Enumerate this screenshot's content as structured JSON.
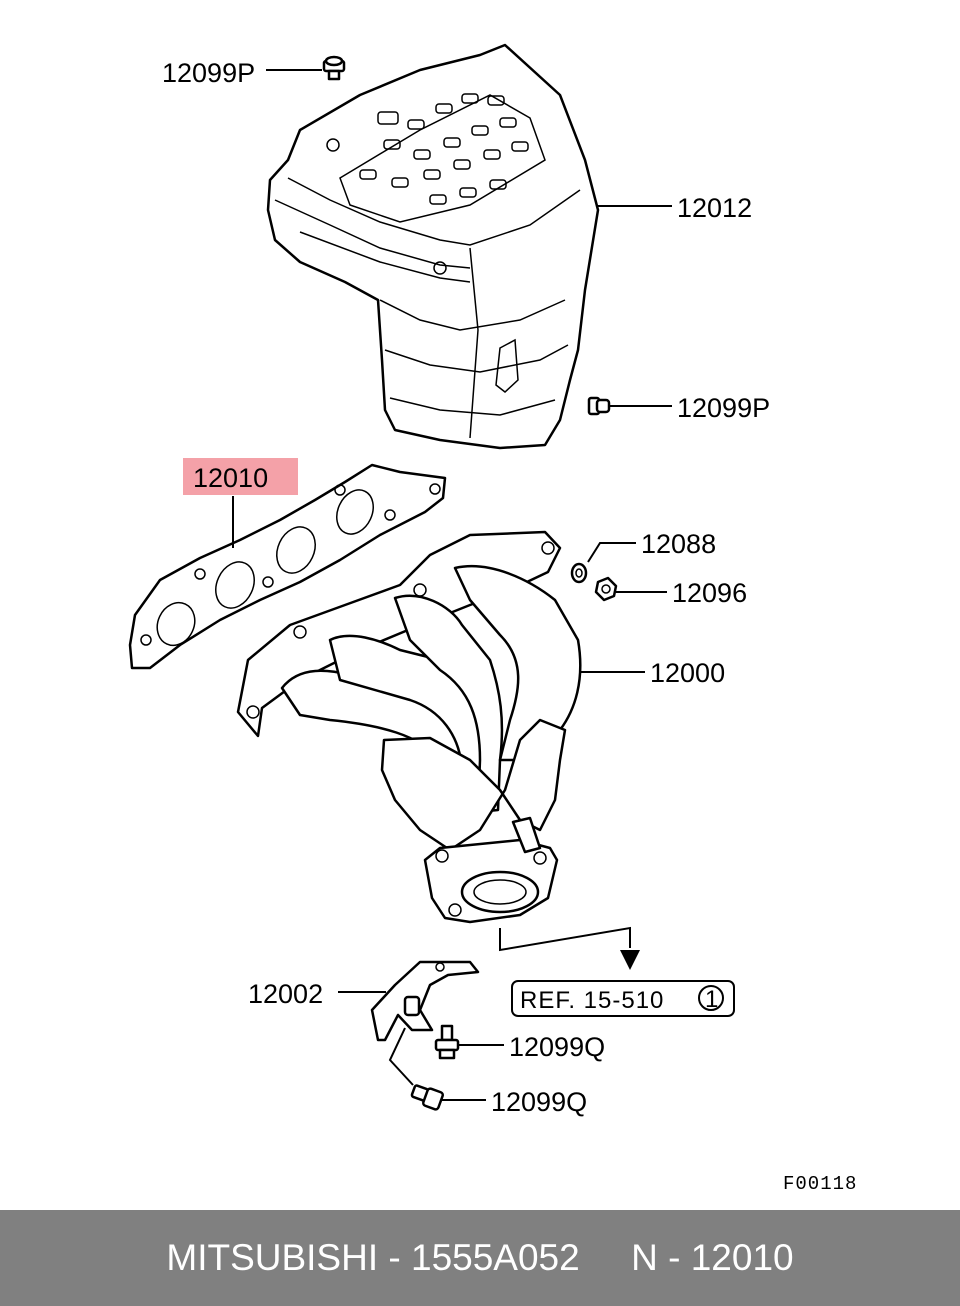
{
  "callouts": {
    "bolt_top": "12099P",
    "heat_shield": "12012",
    "bolt_right": "12099P",
    "gasket": "12010",
    "washer": "12088",
    "nut": "12096",
    "manifold": "12000",
    "bracket": "12002",
    "bolt_q1": "12099Q",
    "bolt_q2": "12099Q"
  },
  "reference": {
    "text": "REF. 15-510",
    "circle_number": "1"
  },
  "figure_code": "F00118",
  "footer": {
    "text": "MITSUBISHI - 1555A052     N - 12010"
  },
  "colors": {
    "highlight": "#f4a1a8",
    "footer_bg": "#808080",
    "footer_text": "#ffffff"
  }
}
